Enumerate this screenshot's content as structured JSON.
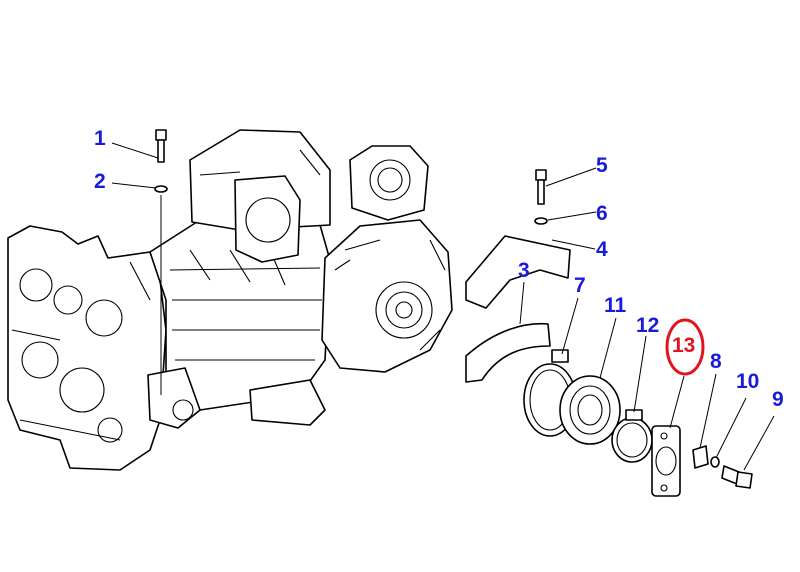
{
  "colors": {
    "callout_text": "#1a1adb",
    "highlight": "#e0141e",
    "line": "#000000"
  },
  "callouts": [
    {
      "id": "1",
      "label": "1"
    },
    {
      "id": "2",
      "label": "2"
    },
    {
      "id": "3",
      "label": "3"
    },
    {
      "id": "4",
      "label": "4"
    },
    {
      "id": "5",
      "label": "5"
    },
    {
      "id": "6",
      "label": "6"
    },
    {
      "id": "7",
      "label": "7"
    },
    {
      "id": "8",
      "label": "8"
    },
    {
      "id": "9",
      "label": "9"
    },
    {
      "id": "10",
      "label": "10"
    },
    {
      "id": "11",
      "label": "11"
    },
    {
      "id": "12",
      "label": "12"
    },
    {
      "id": "13",
      "label": "13",
      "highlighted": true
    }
  ]
}
